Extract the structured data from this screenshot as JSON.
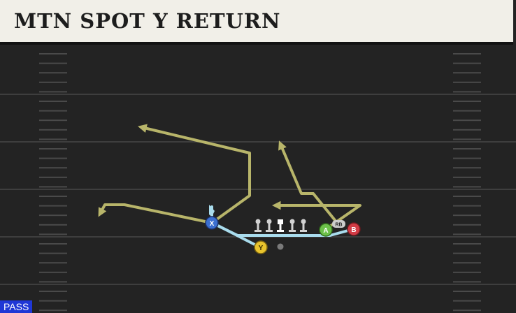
{
  "play": {
    "name": "MTN SPOT Y RETURN",
    "type_badge": "PASS"
  },
  "colors": {
    "field": "#232323",
    "yard_line": "#3e3e3e",
    "hash": "#4a4a4a",
    "route": "#b8b56a",
    "motion": "#a9dced",
    "lineman": "#d2d2d2",
    "center": "#ffffff",
    "qb": "#7a7a7a",
    "player_X": "#3b6fd0",
    "player_Y": "#e8c32d",
    "player_A": "#6cc04a",
    "player_B": "#d23b45",
    "player_RB": "#cccccc"
  },
  "players": [
    {
      "id": "X",
      "label": "X"
    },
    {
      "id": "Y",
      "label": "Y"
    },
    {
      "id": "A",
      "label": "A"
    },
    {
      "id": "B",
      "label": "B"
    },
    {
      "id": "RB",
      "label": "RB"
    }
  ],
  "icons": [
    "lineman-icon",
    "center-icon",
    "qb-icon",
    "route-arrow-icon"
  ]
}
